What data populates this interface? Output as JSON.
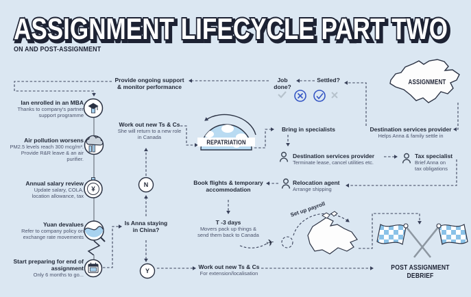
{
  "header": {
    "title": "ASSIGNMENT LIFECYCLE PART TWO",
    "subtitle": "ON AND POST-ASSIGNMENT"
  },
  "colors": {
    "background": "#dbe7f2",
    "ink": "#222938",
    "sub_ink": "#4a526b",
    "accent_blue": "#3455c4",
    "light_blue": "#a8d2ef",
    "flag_blue": "#8ac2e8",
    "muted_gray": "#b6c2cc"
  },
  "timeline": {
    "items": [
      {
        "icon": "graduation-cap-icon",
        "title": "Ian enrolled in an MBA",
        "desc": [
          "Thanks to company's partner",
          "support programme"
        ]
      },
      {
        "icon": "pollution-cloud-icon",
        "title": "Air pollution worsens",
        "desc": [
          "PM2.5 levels reach 300 mcg/m³.",
          "Provide R&R leave & an air purifier."
        ]
      },
      {
        "icon": "coin-icon",
        "title": "Annual salary review",
        "desc": [
          "Update salary, COLA,",
          "location allowance, tax"
        ]
      },
      {
        "icon": "exchange-chart-icon",
        "title": "Yuan devalues",
        "desc": [
          "Refer to company policy on",
          "exchange rate movements"
        ]
      },
      {
        "icon": "calendar-icon",
        "title": "Start preparing for end of assignment",
        "desc": [
          "Only 6 months to go..."
        ]
      }
    ]
  },
  "flow": {
    "ongoing_support": {
      "line1": "Provide ongoing support",
      "line2": "& monitor performance"
    },
    "job_done": "Job done?",
    "settled": "Settled?",
    "assignment_label": "ASSIGNMENT",
    "dsp_settle": {
      "title": "Destination services provider",
      "desc": "Helps Anna & family settle in"
    },
    "work_out_1": {
      "title": "Work out new Ts & Cs",
      "desc": [
        "She will return to a new role",
        "in Canada"
      ]
    },
    "repatriation_label": "REPATRIATION",
    "bring_specialists": "Bring in specialists",
    "dsp_terminate": {
      "title": "Destination services provider",
      "desc": "Terminate lease, cancel utilities etc."
    },
    "tax_specialist": {
      "title": "Tax specialist",
      "desc": [
        "Brief Anna on",
        "tax obligations"
      ]
    },
    "relocation_agent": {
      "title": "Relocation agent",
      "desc": "Arrange shipping"
    },
    "book_flights": {
      "line1": "Book flights & temporary",
      "line2": "accommodation"
    },
    "t3days": {
      "title": "T -3 days",
      "desc": [
        "Movers pack up things &",
        "send them back to Canada"
      ]
    },
    "n_label": "N",
    "y_label": "Y",
    "staying_question": {
      "line1": "Is Anna staying",
      "line2": "in China?"
    },
    "work_out_2": {
      "title": "Work out new Ts & Cs",
      "desc": "For extension/localisation"
    },
    "set_up_payroll": "Set up payroll",
    "debrief": "POST ASSIGNMENT DEBRIEF"
  }
}
